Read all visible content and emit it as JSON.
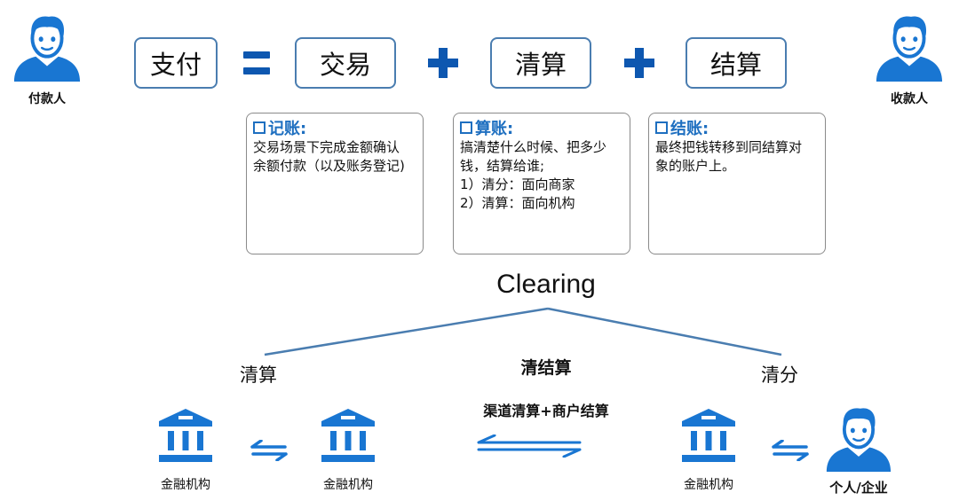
{
  "payer": {
    "label": "付款人",
    "icon": "person-icon"
  },
  "payee": {
    "label": "收款人",
    "icon": "person-icon"
  },
  "equation": {
    "terms": [
      "支付",
      "交易",
      "清算",
      "结算"
    ],
    "operators": [
      "=",
      "+",
      "+"
    ]
  },
  "notes": [
    {
      "title": "记账:",
      "lines": [
        "交易场景下完成金额确认",
        "余额付款（以及账务登记)"
      ]
    },
    {
      "title": "算账:",
      "lines": [
        "搞清楚什么时候、把多少",
        "钱，结算给谁;",
        "1）清分：面向商家",
        "2）清算：面向机构"
      ]
    },
    {
      "title": "结账:",
      "lines": [
        "最终把钱转移到同结算对",
        "象的账户上。"
      ]
    }
  ],
  "clearing": {
    "title": "Clearing",
    "left": "清算",
    "middle": "清结算",
    "middle_sub": "渠道清算+商户结算",
    "right": "清分"
  },
  "banks": [
    "金融机构",
    "金融机构",
    "金融机构"
  ],
  "end_party": {
    "label": "个人/企业",
    "icon": "person-icon"
  },
  "colors": {
    "accent": "#0d57b0",
    "icon_blue": "#1976d2",
    "border": "#4a7db0",
    "note_title": "#1e6fc0",
    "line": "#4a7db0"
  }
}
